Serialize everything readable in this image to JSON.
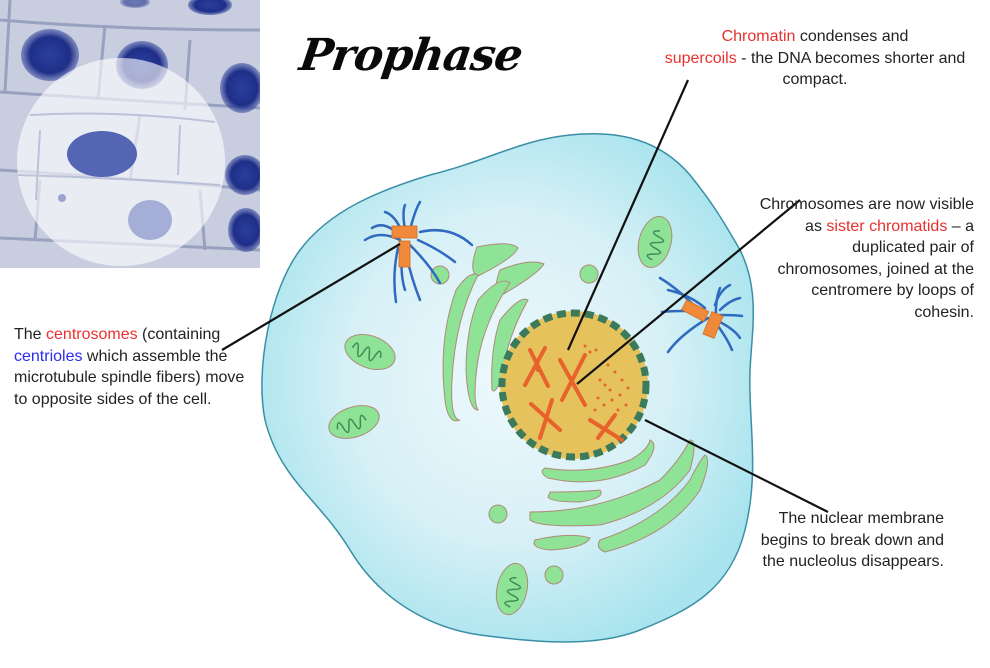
{
  "title": "Prophase",
  "micrograph": {
    "description": "onion root tip cells micrograph with highlighted cell",
    "colors": {
      "background": "#c9cfe0",
      "nucleus_dark": "#1f2f88",
      "highlight": "#ffffff"
    }
  },
  "labels": {
    "chromatin": {
      "highlight_1": "Chromatin",
      "text_1": " condenses and",
      "highlight_2": "supercoils",
      "text_2": " - the DNA becomes shorter and compact."
    },
    "chromosomes": {
      "text_1": "Chromosomes are now visible as ",
      "highlight_1": "sister chromatids",
      "text_2": " – a duplicated pair of chromosomes, joined at the centromere by loops of cohesin."
    },
    "centrosomes": {
      "text_1": "The ",
      "highlight_1": "centrosomes",
      "text_2": " (containing ",
      "highlight_2": "centrioles",
      "text_3": " which assemble the microtubule spindle fibers) move to opposite sides of the cell."
    },
    "nuclear": {
      "text_1": "The nuclear membrane begins to break down and the nucleolus disappears."
    }
  },
  "colors": {
    "highlight_red": "#e8312f",
    "highlight_blue": "#2b2cf0",
    "cytoplasm": "#c4eef3",
    "cell_outline": "#3a8fa6",
    "organelle_green": "#8ee396",
    "organelle_outline": "#b08a78",
    "nucleus_fill": "#e6c25c",
    "nuclear_envelope": "#3b7a5a",
    "chromosome": "#e8622c",
    "centriole": "#ef8a3a",
    "microtubule": "#2f6ac0"
  }
}
